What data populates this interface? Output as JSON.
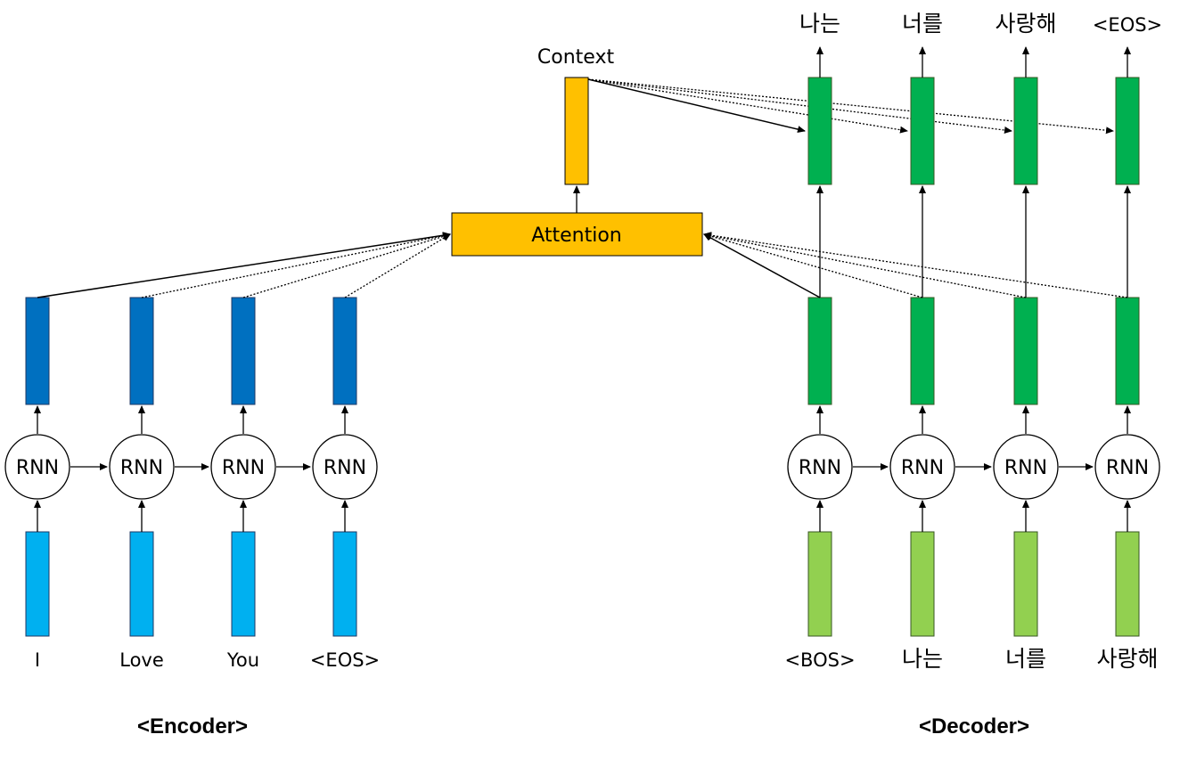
{
  "encoder": {
    "section_label": "<Encoder>",
    "inputs": [
      "I",
      "Love",
      "You",
      "<EOS>"
    ],
    "cell_label": "RNN"
  },
  "decoder": {
    "section_label": "<Decoder>",
    "inputs": [
      "<BOS>",
      "나는",
      "너를",
      "사랑해"
    ],
    "outputs": [
      "나는",
      "너를",
      "사랑해",
      "<EOS>"
    ],
    "cell_label": "RNN"
  },
  "attention": {
    "label": "Attention"
  },
  "context": {
    "label": "Context"
  },
  "colors": {
    "encoder_input": "#00B0F0",
    "encoder_hidden": "#0070C0",
    "decoder_input": "#92D050",
    "decoder_hidden": "#00B050",
    "attention": "#FFC000",
    "context": "#FFC000"
  }
}
